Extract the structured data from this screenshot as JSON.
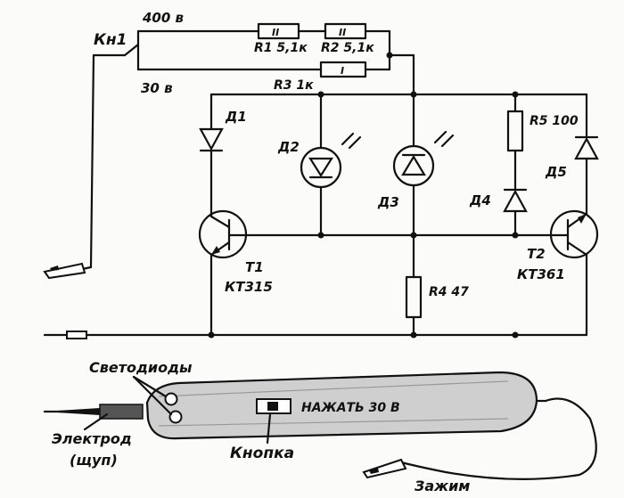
{
  "switch": {
    "name": "Кн1",
    "upper": "400 в",
    "lower": "30 в"
  },
  "resistors": {
    "r1": {
      "label": "R1 5,1к",
      "mark": "II"
    },
    "r2": {
      "label": "R2 5,1к",
      "mark": "II"
    },
    "r3": {
      "label": "R3 1к",
      "mark": "I"
    },
    "r4": {
      "label": "R4 47"
    },
    "r5": {
      "label": "R5 100"
    }
  },
  "diodes": {
    "d1": "Д1",
    "d2": "Д2",
    "d3": "Д3",
    "d4": "Д4",
    "d5": "Д5"
  },
  "transistors": {
    "t1": {
      "name": "T1",
      "type": "КТ315"
    },
    "t2": {
      "name": "T2",
      "type": "КТ361"
    }
  },
  "device": {
    "leds_label": "Светодиоды",
    "button_text": "НАЖАТЬ 30 В",
    "button_label": "Кнопка",
    "probe_label_1": "Электрод",
    "probe_label_2": "(щуп)",
    "clamp_label": "Зажим"
  }
}
